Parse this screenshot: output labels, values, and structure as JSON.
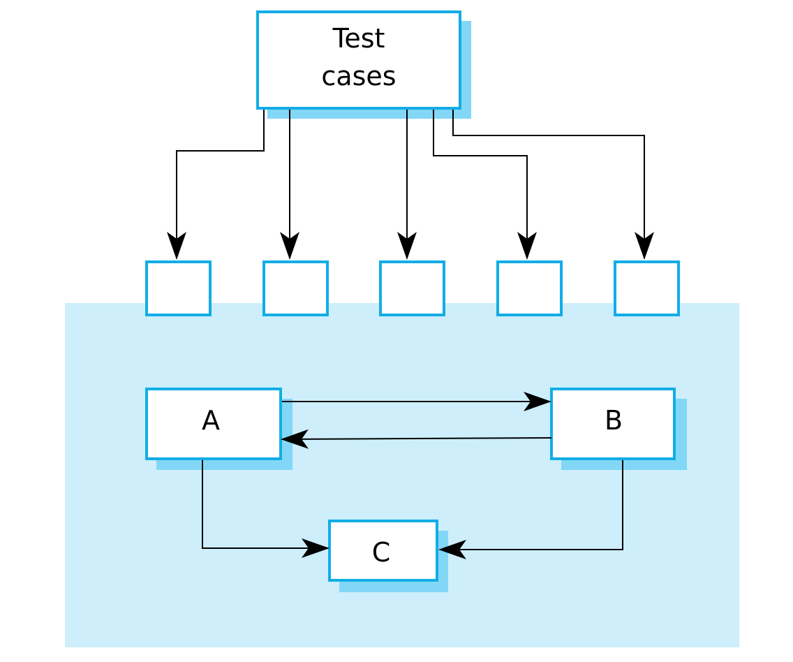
{
  "colors": {
    "background": "#ffffff",
    "region_fill": "#cdeefa",
    "box_border": "#12ade6",
    "box_fill": "#ffffff",
    "box_shadow": "#82d7f7",
    "arrow": "#000000",
    "text": "#000000"
  },
  "nodes": {
    "test_cases": {
      "line1": "Test",
      "line2": "cases"
    },
    "a": {
      "label": "A"
    },
    "b": {
      "label": "B"
    },
    "c": {
      "label": "C"
    }
  },
  "interface_count": 5
}
